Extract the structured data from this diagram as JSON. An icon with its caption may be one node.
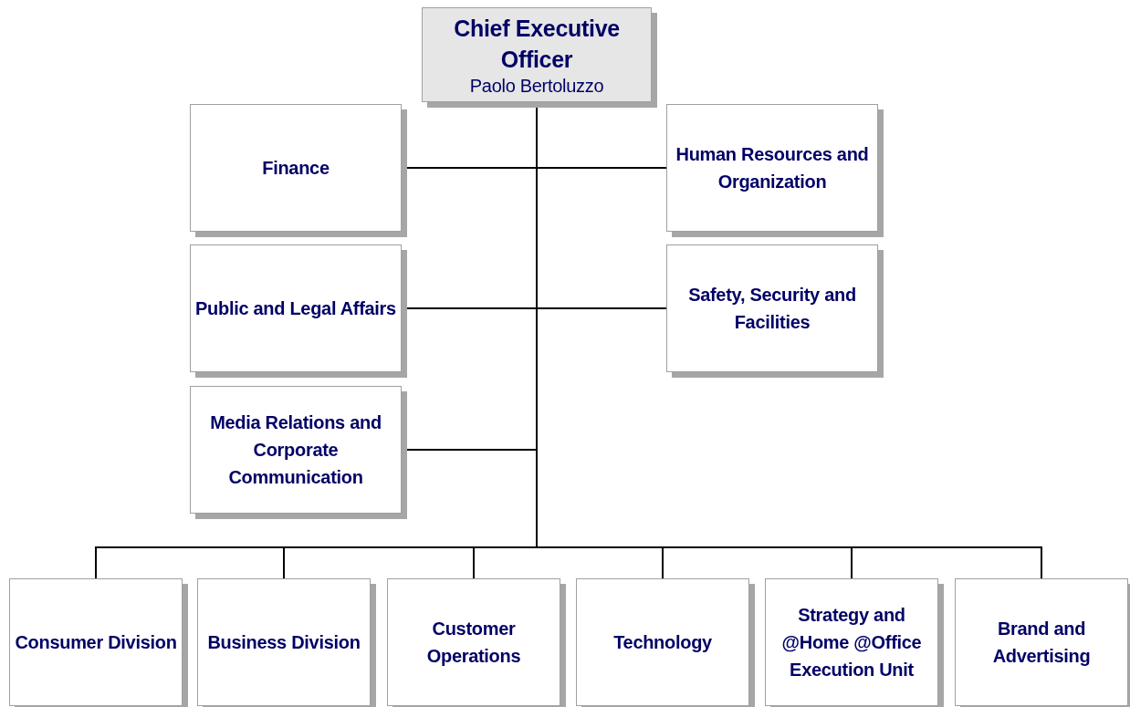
{
  "diagram": {
    "nodes": [
      {
        "text": [
          "Chief Executive Officer",
          "Paolo Bertoluzzo"
        ]
      },
      {
        "text": [
          "Finance"
        ]
      },
      {
        "text": [
          "Human Resources and Organization"
        ]
      },
      {
        "text": [
          "Public and Legal Affairs"
        ]
      },
      {
        "text": [
          "Safety, Security and Facilities"
        ]
      },
      {
        "text": [
          "Media Relations and Corporate Communication"
        ]
      },
      {
        "text": [
          "Consumer Division"
        ]
      },
      {
        "text": [
          "Business Division"
        ]
      },
      {
        "text": [
          "Customer Operations"
        ]
      },
      {
        "text": [
          "Technology"
        ]
      },
      {
        "text": [
          "Strategy and @Home @Office Execution Unit"
        ]
      },
      {
        "text": [
          "Brand and Advertising"
        ]
      }
    ],
    "edges": [
      {
        "from": 0,
        "to": 1,
        "arrow": "none"
      },
      {
        "from": 0,
        "to": 2,
        "arrow": "none"
      },
      {
        "from": 0,
        "to": 3,
        "arrow": "none"
      },
      {
        "from": 0,
        "to": 4,
        "arrow": "none"
      },
      {
        "from": 0,
        "to": 5,
        "arrow": "none"
      },
      {
        "from": 0,
        "to": 6,
        "arrow": "none"
      },
      {
        "from": 0,
        "to": 7,
        "arrow": "none"
      },
      {
        "from": 0,
        "to": 8,
        "arrow": "none"
      },
      {
        "from": 0,
        "to": 9,
        "arrow": "none"
      },
      {
        "from": 0,
        "to": 10,
        "arrow": "none"
      },
      {
        "from": 0,
        "to": 11,
        "arrow": "none"
      }
    ]
  }
}
